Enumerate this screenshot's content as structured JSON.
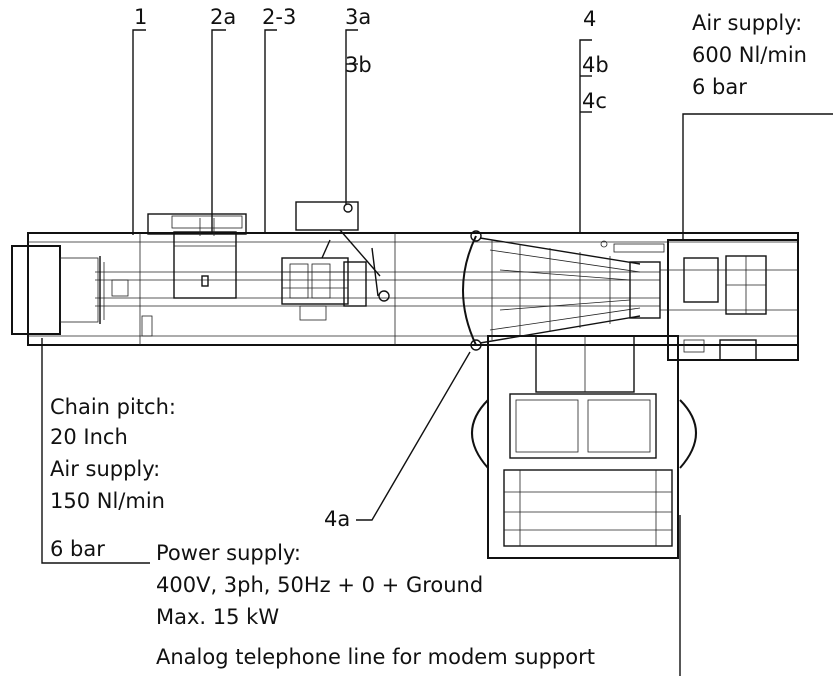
{
  "callouts": {
    "c1": "1",
    "c2a": "2a",
    "c23": "2-3",
    "c3a": "3a",
    "c3b": "3b",
    "c4": "4",
    "c4b": "4b",
    "c4c": "4c",
    "c4a": "4a"
  },
  "air_supply_right": {
    "line1": "Air supply:",
    "line2": "600 Nl/min",
    "line3": "6 bar"
  },
  "left_specs": {
    "line1": "Chain pitch:",
    "line2": "20 Inch",
    "line3": "Air supply:",
    "line4": "150 Nl/min",
    "line5": "6 bar"
  },
  "power": {
    "line1": "Power supply:",
    "line2": "400V, 3ph, 50Hz + 0 + Ground",
    "line3": "Max. 15 kW",
    "line4": "Analog telephone line for modem support"
  }
}
